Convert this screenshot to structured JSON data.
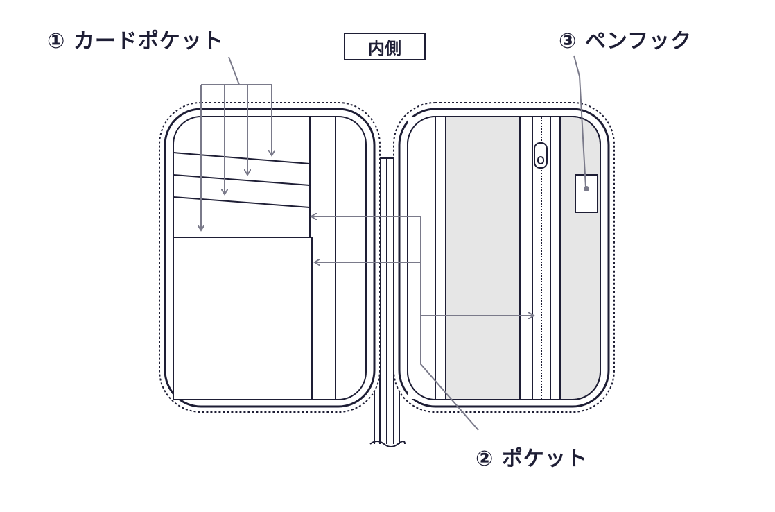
{
  "labels": {
    "card_pocket": "① カードポケット",
    "inside": "内側",
    "pen_hook": "③ ペンフック",
    "pocket": "② ポケット"
  },
  "colors": {
    "ink": "#1e1e35",
    "leader": "#7a7a8a",
    "lining": "#e6e6e6"
  }
}
